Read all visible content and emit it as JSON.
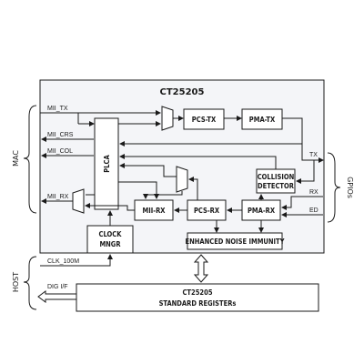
{
  "chip_title": "CT25205",
  "blocks": {
    "plca": "PLCA",
    "pcs_tx": "PCS-TX",
    "pma_tx": "PMA-TX",
    "collision_detector_line1": "COLLISION",
    "collision_detector_line2": "DETECTOR",
    "mii_rx": "MII-RX",
    "pcs_rx": "PCS-RX",
    "pma_rx": "PMA-RX",
    "clock_mngr_line1": "CLOCK",
    "clock_mngr_line2": "MNGR",
    "enhanced_noise_immunity": "ENHANCED NOISE IMMUNITY",
    "registers_line1": "CT25205",
    "registers_line2": "STANDARD REGISTERs"
  },
  "signals": {
    "mii_tx": "MII_TX",
    "mii_crs": "MII_CRS",
    "mii_col": "MII_COL",
    "mii_rx": "MII_RX",
    "tx": "TX",
    "rx": "RX",
    "ed": "ED",
    "clk_100m": "CLK_100M",
    "dig_if": "DIG I/F"
  },
  "side_labels": {
    "mac": "MAC",
    "gpios": "GPIOs",
    "host": "HOST"
  },
  "colors": {
    "chip_fill": "#f4f5f8",
    "line": "#1a1a1a"
  }
}
